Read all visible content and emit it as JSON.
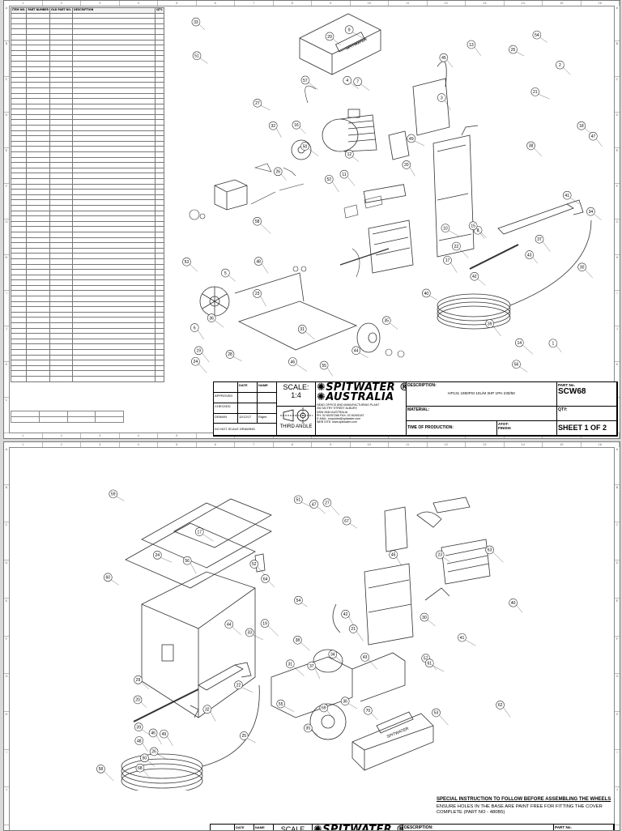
{
  "parts_list": {
    "headers": [
      "ITEM NO.",
      "PART NUMBER",
      "OLD PART NO.",
      "DESCRIPTION",
      "QTY."
    ],
    "row_count": 69
  },
  "sheet1": {
    "title_block": {
      "rows": [
        "APPROVED",
        "CHECKED",
        "DRAWN"
      ],
      "col_headers": [
        "DATE",
        "NAME"
      ],
      "drawn_date": "11/12/17",
      "drawn_name": "Rajee",
      "do_not_scale": "DO NOT SCALE DRAWING",
      "scale_label": "SCALE:",
      "scale_value": "1:4",
      "projection": "THIRD ANGLE",
      "logo_line1": "SPITWATER",
      "logo_line2": "AUSTRALIA",
      "reg_mark": "®",
      "address": [
        "HEAD OFFICE AND MANUFACTURING PLANT",
        "252 MCTRY STREET ALBURY,",
        "NSW 2640 AUSTRALIA",
        "PH: 02 60257266  FAX: 02 60401187",
        "E-MAIL:    enquiries@spitwater.com",
        "WEB SITE: www.spitwater.com"
      ],
      "description_label": "DESCRIPTION:",
      "description": "HP131 1950PSI 10L/M 3HP 1PH 230/50",
      "material_label": "MATERIAL:",
      "time_label": "TIME OF PRODUCTION:",
      "part_no_label": "PART No.",
      "part_no": "SCW68",
      "qty_label": "QTY:",
      "atot_label": "ATOT:",
      "finish_label": "FINISH:",
      "sheet": "SHEET 1 OF 2"
    },
    "balloons": [
      "1",
      "2",
      "3",
      "4",
      "5",
      "6",
      "7",
      "8",
      "9",
      "10",
      "11",
      "12",
      "13",
      "14",
      "15",
      "16",
      "17",
      "18",
      "19",
      "20",
      "21",
      "22",
      "23",
      "24",
      "25",
      "26",
      "27",
      "28",
      "29",
      "30",
      "31",
      "32",
      "33",
      "34",
      "35",
      "36",
      "37",
      "38",
      "39",
      "40",
      "41",
      "42",
      "43",
      "44",
      "45",
      "46",
      "47",
      "48",
      "49",
      "50",
      "51",
      "52",
      "53",
      "54",
      "55",
      "56",
      "57",
      "58"
    ],
    "logo_tag": "SPITWATER"
  },
  "sheet2": {
    "balloons": [
      "17",
      "19",
      "20",
      "21",
      "22",
      "23",
      "24",
      "25",
      "26",
      "27",
      "29",
      "30",
      "31",
      "32",
      "33",
      "34",
      "35",
      "36",
      "37",
      "38",
      "39",
      "40",
      "41",
      "42",
      "43",
      "44",
      "45",
      "46",
      "47",
      "48",
      "49",
      "50",
      "51",
      "52",
      "53",
      "54",
      "55",
      "56",
      "57",
      "58",
      "59",
      "60",
      "61",
      "62",
      "63",
      "64",
      "67",
      "68",
      "69",
      "70"
    ],
    "note_title": "SPECIAL INSTRUCTION TO FOLLOW BEFORE ASSEMBLING THE WHEELS",
    "note_body": "ENSURE HOLES IN THE BASE ARE PAINT FREE FOR FITTING THE COVER COMPLETE (PART NO - 480B5)",
    "title_block": {
      "col_headers": [
        "DATE",
        "NAME"
      ],
      "scale_label": "SCALE",
      "logo_line1": "SPITWATER",
      "reg_mark": "®",
      "description_label": "DESCRIPTION:",
      "part_no_label": "PART No."
    },
    "logo_tag": "SPITWATER"
  }
}
